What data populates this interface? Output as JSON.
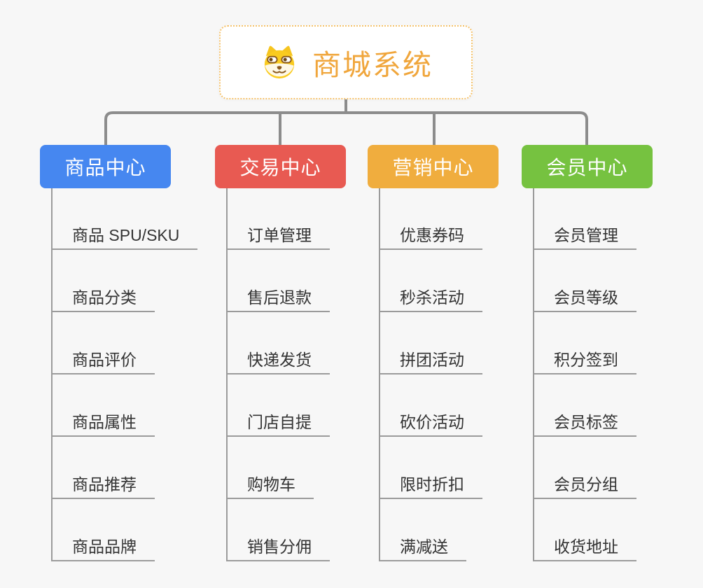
{
  "root": {
    "title": "商城系统",
    "icon": "shiba-dog-icon",
    "text_color": "#F0A63C",
    "border_color": "#F5C26B",
    "background": "#FFFFFF"
  },
  "connector_color": "#8C8C8C",
  "leaf_line_color": "#9B9B9B",
  "leaf_text_color": "#333333",
  "page_background": "#F7F7F7",
  "branches": [
    {
      "label": "商品中心",
      "color": "#4687F0",
      "children": [
        "商品 SPU/SKU",
        "商品分类",
        "商品评价",
        "商品属性",
        "商品推荐",
        "商品品牌"
      ]
    },
    {
      "label": "交易中心",
      "color": "#E85A52",
      "children": [
        "订单管理",
        "售后退款",
        "快递发货",
        "门店自提",
        "购物车",
        "销售分佣"
      ]
    },
    {
      "label": "营销中心",
      "color": "#F0AD3E",
      "children": [
        "优惠券码",
        "秒杀活动",
        "拼团活动",
        "砍价活动",
        "限时折扣",
        "满减送"
      ]
    },
    {
      "label": "会员中心",
      "color": "#76C240",
      "children": [
        "会员管理",
        "会员等级",
        "积分签到",
        "会员标签",
        "会员分组",
        "收货地址"
      ]
    }
  ]
}
